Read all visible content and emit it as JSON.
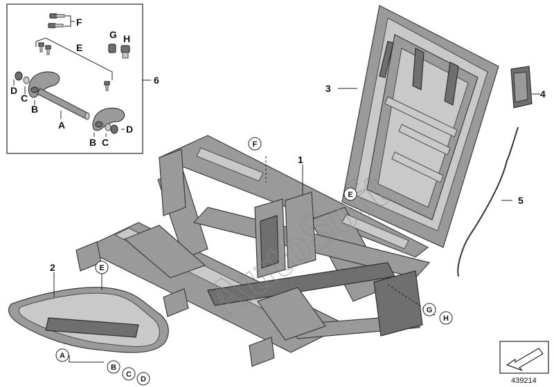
{
  "diagram": {
    "callouts": [
      "1",
      "2",
      "3",
      "4",
      "5",
      "6"
    ],
    "letters": {
      "a": "A",
      "b": "B",
      "c": "C",
      "d": "D",
      "e": "E",
      "f": "F",
      "g": "G",
      "h": "H"
    },
    "watermark": "AutoSoft",
    "reference_number": "439214"
  }
}
